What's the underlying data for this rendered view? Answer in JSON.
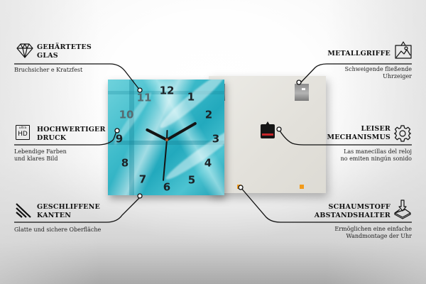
{
  "product": {
    "type": "glass wall clock",
    "clock_face": {
      "numerals": [
        "12",
        "1",
        "2",
        "3",
        "4",
        "5",
        "6",
        "7",
        "8",
        "9",
        "10",
        "11"
      ],
      "colors": {
        "primary": "#2db4c6",
        "light": "#6fd2dc",
        "numerals": "#1c2226"
      }
    },
    "back_panel": {
      "color": "#e6e4de",
      "hanger_color": "#9a9a9a",
      "spacer_color": "#f29a1a",
      "mechanism_color": "#151515",
      "mechanism_accent": "#c8262a"
    }
  },
  "features": {
    "left": [
      {
        "icon": "diamond-icon",
        "title_line1": "Gehärtetes",
        "title_line2": "Glas",
        "desc_line1": "Bruchsicher e Kratzfest",
        "desc_line2": ""
      },
      {
        "icon": "ultra-hd-icon",
        "icon_text_top": "ultra",
        "icon_text_bottom": "HD",
        "title_line1": "Hochwertiger",
        "title_line2": "Druck",
        "desc_line1": "Lebendige Farben",
        "desc_line2": "und klares Bild"
      },
      {
        "icon": "ground-edges-icon",
        "title_line1": "Geschliffene",
        "title_line2": "Kanten",
        "desc_line1": "Glatte und sichere Oberfläche",
        "desc_line2": ""
      }
    ],
    "right": [
      {
        "icon": "hanging-picture-icon",
        "title_line1": "Metallgriffe",
        "title_line2": "",
        "desc_line1": "Schweigende fließende",
        "desc_line2": "Uhrzeiger"
      },
      {
        "icon": "gear-icon",
        "title_line1": "Leiser",
        "title_line2": "Mechanismus",
        "desc_line1": "Las manecillas del reloj",
        "desc_line2": "no emiten ningún sonido"
      },
      {
        "icon": "foam-spacer-icon",
        "title_line1": "Schaumstoff",
        "title_line2": "Abstandshalter",
        "desc_line1": "Ermöglichen eine einfache",
        "desc_line2": "Wandmontage der Uhr"
      }
    ]
  },
  "line_color": "#111111"
}
